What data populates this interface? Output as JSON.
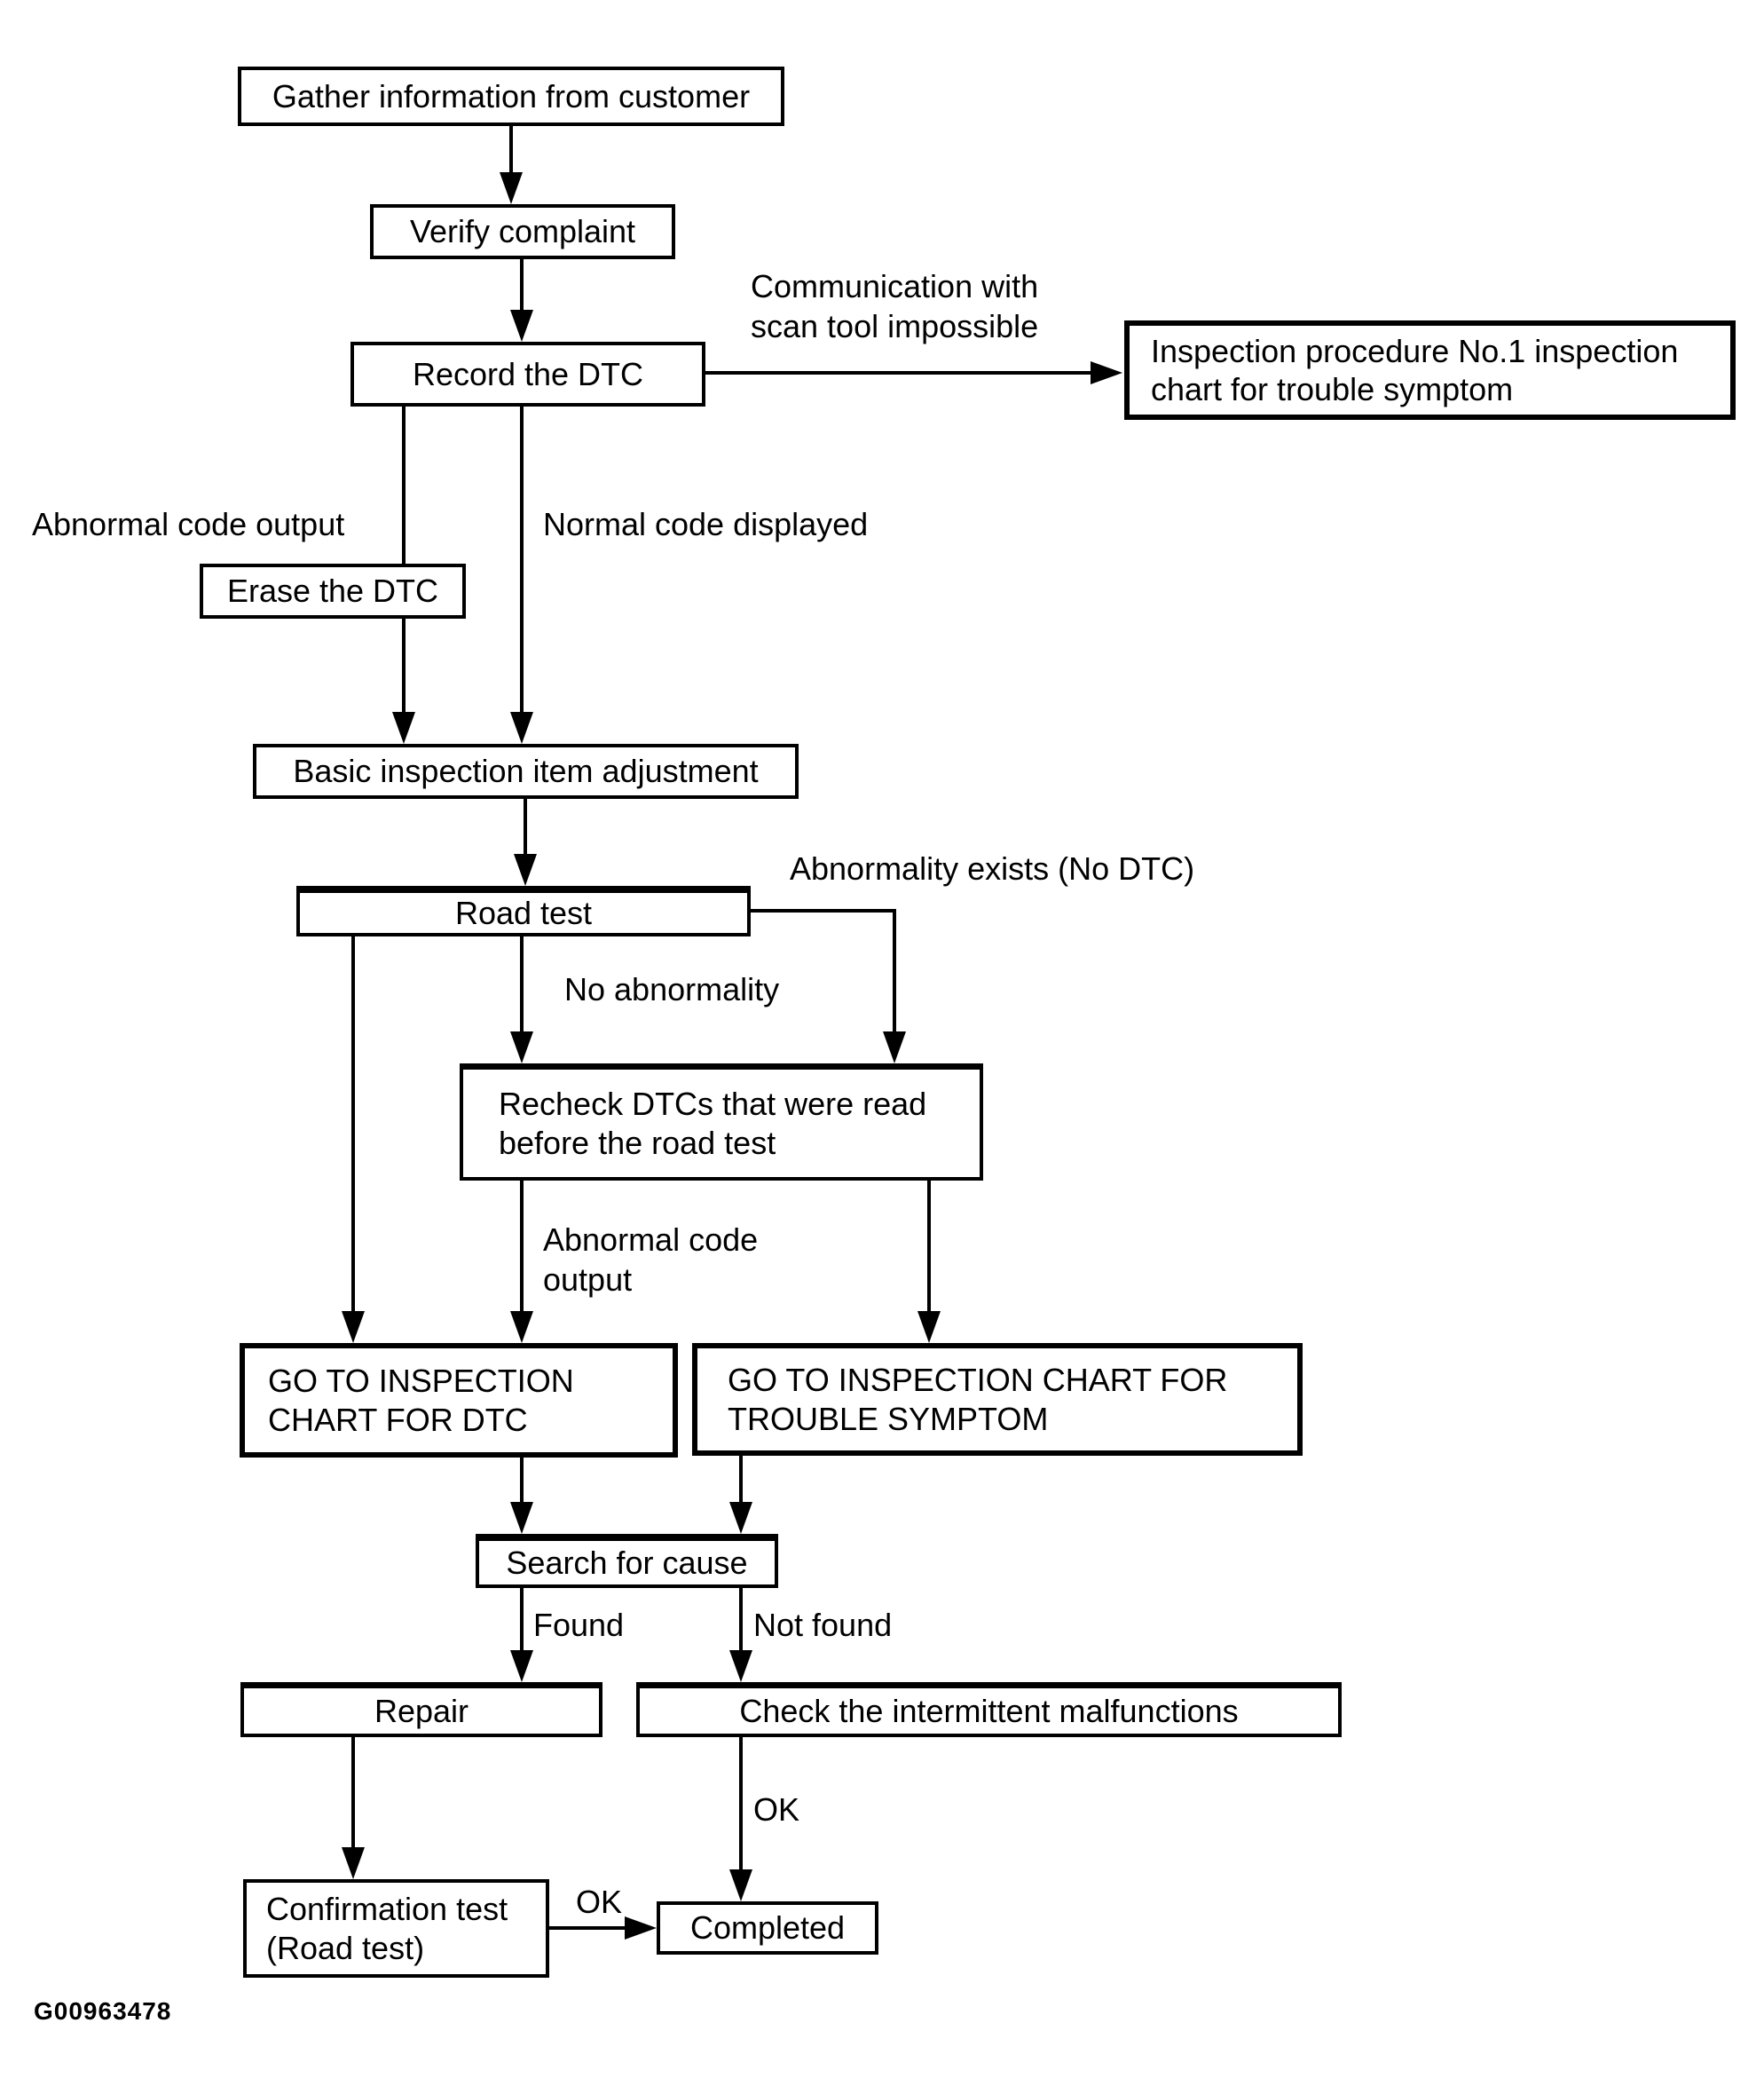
{
  "flowchart": {
    "nodes": {
      "gather": "Gather information from customer",
      "verify": "Verify complaint",
      "record": "Record the DTC",
      "inspection_procedure": "Inspection procedure No.1 inspection\nchart for trouble symptom",
      "erase": "Erase the DTC",
      "basic_inspection": "Basic inspection item adjustment",
      "road_test": "Road test",
      "recheck": "Recheck DTCs that were read\nbefore the road test",
      "goto_dtc": "GO TO INSPECTION\nCHART FOR DTC",
      "goto_trouble": "GO TO INSPECTION CHART FOR\nTROUBLE SYMPTOM",
      "search_cause": "Search for cause",
      "repair": "Repair",
      "check_intermittent": "Check the intermittent malfunctions",
      "confirmation": "Confirmation test\n(Road test)",
      "completed": "Completed"
    },
    "edge_labels": {
      "comm_impossible": "Communication with\nscan tool impossible",
      "abnormal_code_output": "Abnormal code output",
      "normal_code_displayed": "Normal code displayed",
      "abnormality_exists": "Abnormality exists (No DTC)",
      "no_abnormality": "No abnormality",
      "abnormal_code_output_2": "Abnormal code\noutput",
      "found": "Found",
      "not_found": "Not found",
      "ok_after_intermittent": "OK",
      "ok_after_confirmation": "OK"
    },
    "figure_id": "G00963478"
  },
  "colors": {
    "ink": "#000000",
    "paper": "#ffffff"
  }
}
